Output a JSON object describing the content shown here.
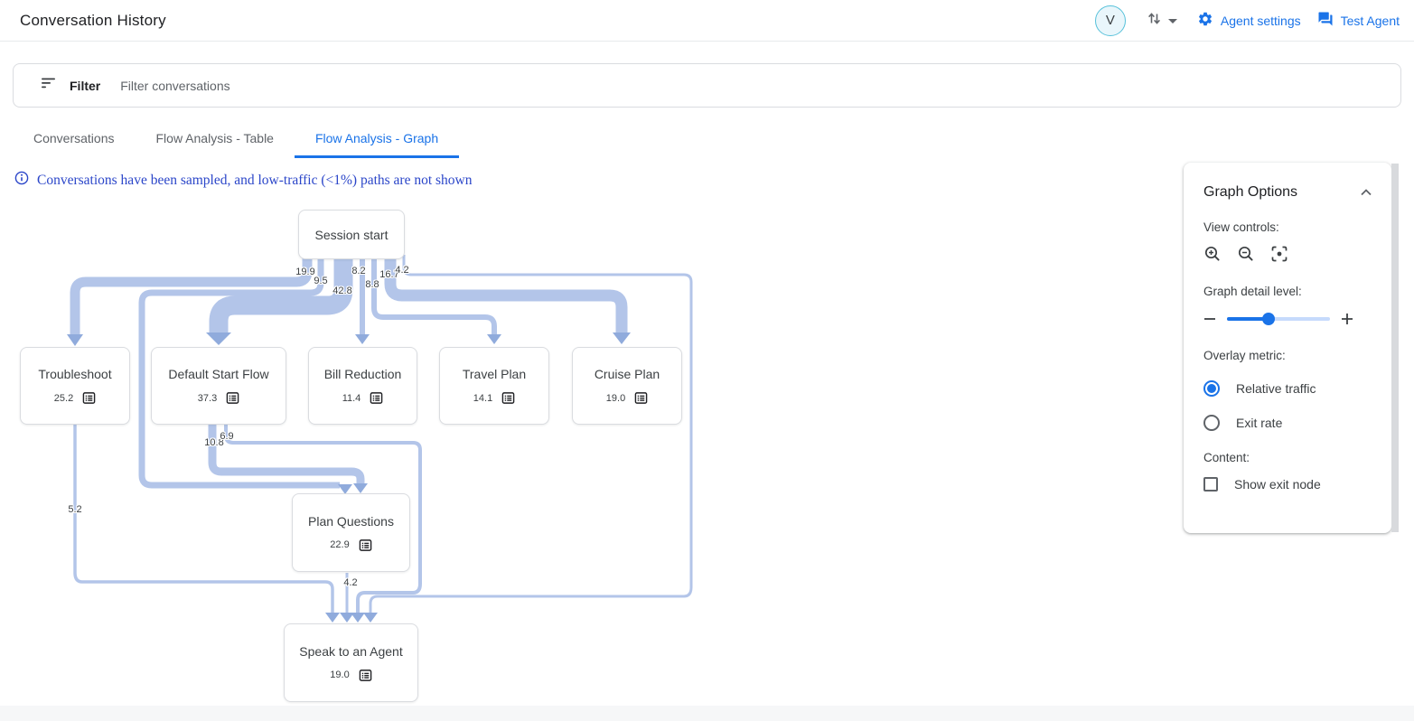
{
  "header": {
    "title": "Conversation History",
    "avatar_initial": "V",
    "agent_settings_label": "Agent settings",
    "test_agent_label": "Test Agent"
  },
  "filter_bar": {
    "label": "Filter",
    "placeholder": "Filter conversations"
  },
  "tabs": [
    {
      "label": "Conversations",
      "active": false
    },
    {
      "label": "Flow Analysis - Table",
      "active": false
    },
    {
      "label": "Flow Analysis - Graph",
      "active": true
    }
  ],
  "notice": {
    "text": "Conversations have been sampled, and low-traffic (<1%) paths are not shown"
  },
  "graph": {
    "nodes": [
      {
        "id": "session-start",
        "label": "Session start"
      },
      {
        "id": "troubleshoot",
        "label": "Troubleshoot",
        "value": "25.2"
      },
      {
        "id": "default-start-flow",
        "label": "Default Start Flow",
        "value": "37.3"
      },
      {
        "id": "bill-reduction",
        "label": "Bill Reduction",
        "value": "11.4"
      },
      {
        "id": "travel-plan",
        "label": "Travel Plan",
        "value": "14.1"
      },
      {
        "id": "cruise-plan",
        "label": "Cruise Plan",
        "value": "19.0"
      },
      {
        "id": "plan-questions",
        "label": "Plan Questions",
        "value": "22.9"
      },
      {
        "id": "speak-to-an-agent",
        "label": "Speak to an Agent",
        "value": "19.0"
      }
    ],
    "edges": [
      {
        "from": "Session start",
        "to": "Troubleshoot",
        "value": "19.9"
      },
      {
        "from": "Session start",
        "to": "Plan Questions",
        "value": "9.5"
      },
      {
        "from": "Session start",
        "to": "Default Start Flow",
        "value": "42.8"
      },
      {
        "from": "Session start",
        "to": "Bill Reduction",
        "value": "8.2"
      },
      {
        "from": "Session start",
        "to": "Travel Plan",
        "value": "8.8"
      },
      {
        "from": "Session start",
        "to": "Cruise Plan",
        "value": "16.7"
      },
      {
        "from": "Session start",
        "to": "Speak to an Agent",
        "value": "4.2"
      },
      {
        "from": "Default Start Flow",
        "to": "Plan Questions",
        "value": "10.8"
      },
      {
        "from": "Default Start Flow",
        "to": "Speak to an Agent",
        "value": "6.9"
      },
      {
        "from": "Troubleshoot",
        "to": "Speak to an Agent",
        "value": "5.2"
      },
      {
        "from": "Plan Questions",
        "to": "Speak to an Agent",
        "value": "4.2"
      }
    ]
  },
  "graph_options": {
    "title": "Graph Options",
    "view_controls_label": "View controls:",
    "detail_label": "Graph detail level:",
    "detail_percent": 40,
    "overlay_label": "Overlay metric:",
    "overlay_options": [
      {
        "label": "Relative traffic",
        "selected": true
      },
      {
        "label": "Exit rate",
        "selected": false
      }
    ],
    "content_label": "Content:",
    "show_exit_node_label": "Show exit node",
    "show_exit_node_checked": false
  },
  "colors": {
    "accent": "#1a73e8",
    "edge": "#b3c5e9",
    "arrow": "#90abdc",
    "notice_text": "#2b46c9"
  }
}
